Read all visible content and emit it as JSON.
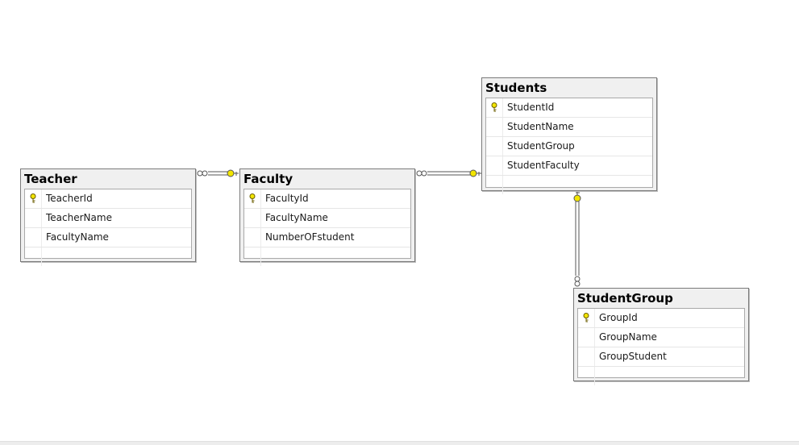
{
  "diagram": {
    "tables": [
      {
        "id": "teacher",
        "title": "Teacher",
        "columns": [
          {
            "name": "TeacherId",
            "key": true
          },
          {
            "name": "TeacherName",
            "key": false
          },
          {
            "name": "FacultyName",
            "key": false
          }
        ]
      },
      {
        "id": "faculty",
        "title": "Faculty",
        "columns": [
          {
            "name": "FacultyId",
            "key": true
          },
          {
            "name": "FacultyName",
            "key": false
          },
          {
            "name": "NumberOFstudent",
            "key": false
          }
        ]
      },
      {
        "id": "students",
        "title": "Students",
        "columns": [
          {
            "name": "StudentId",
            "key": true
          },
          {
            "name": "StudentName",
            "key": false
          },
          {
            "name": "StudentGroup",
            "key": false
          },
          {
            "name": "StudentFaculty",
            "key": false
          }
        ]
      },
      {
        "id": "studentgroup",
        "title": "StudentGroup",
        "columns": [
          {
            "name": "GroupId",
            "key": true
          },
          {
            "name": "GroupName",
            "key": false
          },
          {
            "name": "GroupStudent",
            "key": false
          }
        ]
      }
    ],
    "colors": {
      "key_fill": "#f2e500",
      "line": "#555555"
    }
  }
}
